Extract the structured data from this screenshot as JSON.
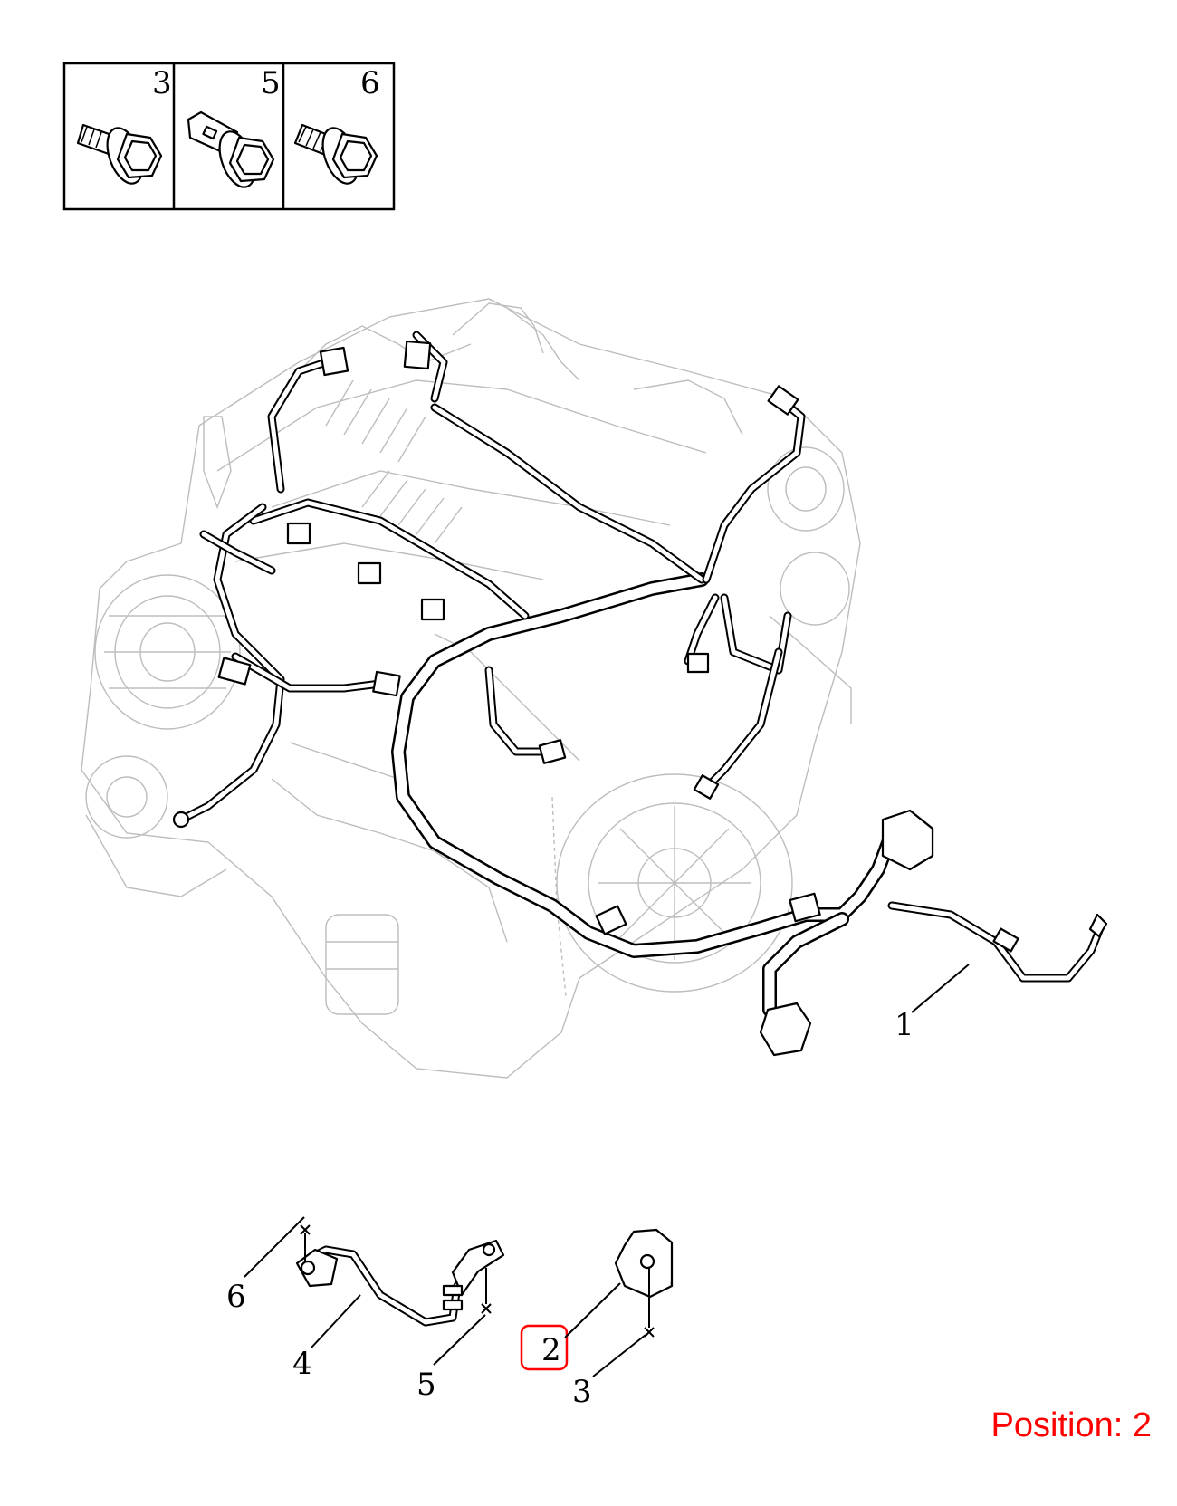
{
  "callouts": {
    "box_3": "3",
    "box_5": "5",
    "box_6": "6",
    "harness_1": "1",
    "sensor_2": "2",
    "screw_3": "3",
    "strap_4": "4",
    "screw_5": "5",
    "screw_6": "6"
  },
  "position_label": "Position: 2",
  "colors": {
    "highlight": "#ff0000",
    "line": "#000000",
    "background_engine": "#bdbdbd"
  },
  "icons": [
    "bolt-icon",
    "clip-bolt-icon",
    "screw-icon",
    "cross-mark-icon"
  ]
}
